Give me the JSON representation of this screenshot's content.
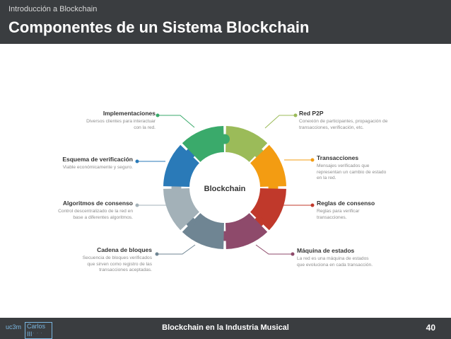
{
  "header": {
    "section": "Introducción a Blockchain",
    "title": "Componentes de un Sistema Blockchain"
  },
  "diagram": {
    "center_label": "Blockchain",
    "components": [
      {
        "title": "Red P2P",
        "desc": "Conexión de participantes, propagación de transacciones, verificación, etc.",
        "color": "#9bbb59"
      },
      {
        "title": "Transacciones",
        "desc": "Mensajes verificados que representan un cambio de estado en la red.",
        "color": "#f39c12"
      },
      {
        "title": "Reglas de consenso",
        "desc": "Reglas para verificar transacciones.",
        "color": "#c0392b"
      },
      {
        "title": "Máquina de estados",
        "desc": "La red es una máquina de estados que evoluciona en cada transacción.",
        "color": "#8e4a6b"
      },
      {
        "title": "Cadena de bloques",
        "desc": "Secuencia de bloques verificados que sirven como registro de las transacciones aceptadas.",
        "color": "#6f8593"
      },
      {
        "title": "Algoritmos de consenso",
        "desc": "Control descentralizado de la red en base a diferentes algoritmos.",
        "color": "#a3b1b8"
      },
      {
        "title": "Esquema de verificación",
        "desc": "Viable económicamente y seguro.",
        "color": "#2a7ab8"
      },
      {
        "title": "Implementaciones",
        "desc": "Diversos clientes para interactuar con la red.",
        "color": "#3aaa6b"
      }
    ]
  },
  "footer": {
    "logo_uc": "uc3m",
    "logo_c3": "Carlos III",
    "logo_sub": "· · · · ·",
    "text": "Blockchain en la Industria Musical",
    "page": "40"
  }
}
